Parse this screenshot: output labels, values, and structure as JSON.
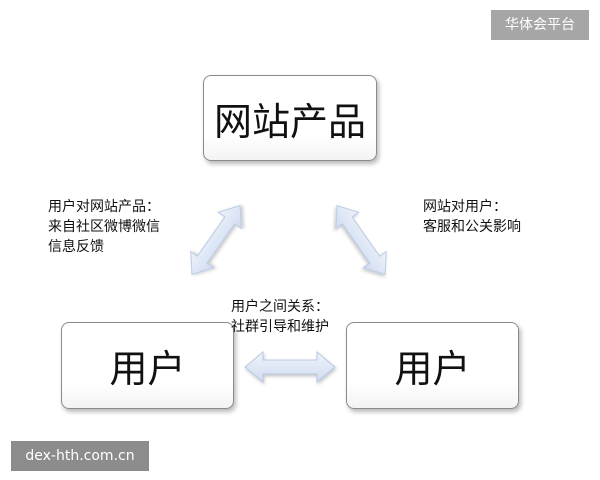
{
  "watermarks": {
    "top_right": "华体会平台",
    "bottom_left": "dex-hth.com.cn"
  },
  "nodes": {
    "product": "网站产品",
    "user_left": "用户",
    "user_right": "用户"
  },
  "annotations": {
    "user_to_product": {
      "line1": "用户对网站产品：",
      "line2": "来自社区微博微信",
      "line3": "信息反馈"
    },
    "product_to_user": {
      "line1": "网站对用户：",
      "line2": "客服和公关影响"
    },
    "user_to_user": {
      "line1": "用户之间关系：",
      "line2": "社群引导和维护"
    }
  },
  "colors": {
    "arrow_fill": "#dbe6f6",
    "arrow_stroke": "#b9c9e2",
    "node_border": "#8a8a8a",
    "watermark_top_bg": "#a6a6a6",
    "watermark_bottom_bg": "#8c8c8c"
  }
}
